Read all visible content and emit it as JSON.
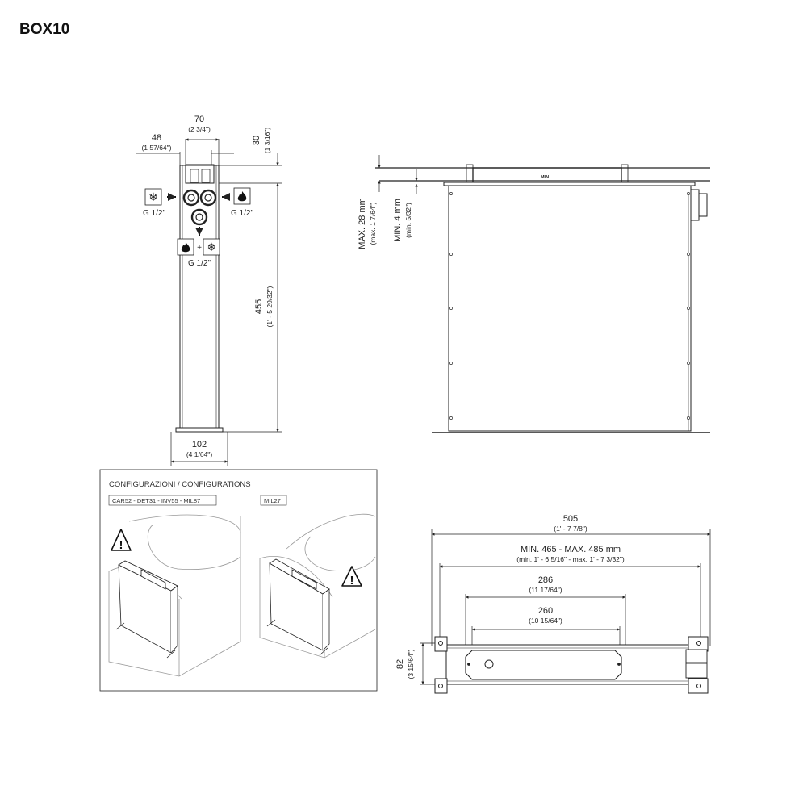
{
  "title": "BOX10",
  "front_view": {
    "width_top": "70",
    "width_top_imp": "(2 3/4\")",
    "offset": "48",
    "offset_imp": "(1 57/64\")",
    "cap_height": "30",
    "cap_height_imp": "(1 3/16\")",
    "height": "455",
    "height_imp": "(1' - 5 29/32\")",
    "base_width": "102",
    "base_width_imp": "(4 1/64\")",
    "thread_left": "G 1/2\"",
    "thread_right": "G 1/2\"",
    "thread_bottom": "G 1/2\""
  },
  "side_view": {
    "max_label": "MAX. 28 mm",
    "max_imp": "(max. 1 7/64\")",
    "min_label": "MIN. 4 mm",
    "min_imp": "(min. 5/32\")",
    "plate_mark": "MIN"
  },
  "configurations": {
    "heading": "CONFIGURAZIONI / CONFIGURATIONS",
    "left_models": "CAR52 - DET31 - INV55 - MIL87",
    "right_models": "MIL27"
  },
  "top_view": {
    "overall": "505",
    "overall_imp": "(1' - 7 7/8\")",
    "range": "MIN. 465 - MAX. 485 mm",
    "range_imp": "(min. 1' - 6 5/16\" - max. 1' - 7 3/32\")",
    "inner": "286",
    "inner_imp": "(11 17/64\")",
    "plate": "260",
    "plate_imp": "(10 15/64\")",
    "depth": "82",
    "depth_imp": "(3 15/64\")"
  },
  "icons": [
    "cold-water-icon",
    "hot-water-icon",
    "arrow-icon",
    "warning-icon"
  ]
}
